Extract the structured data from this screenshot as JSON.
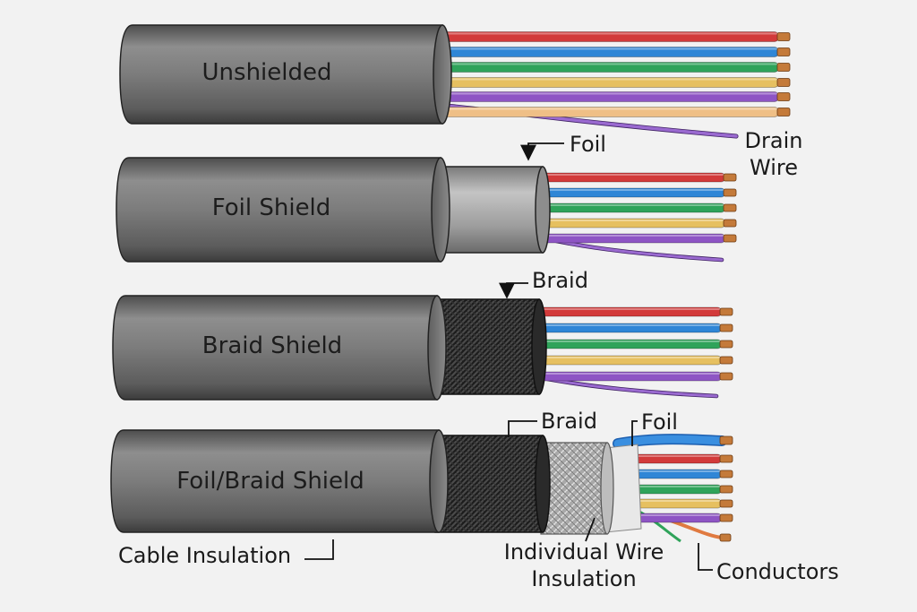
{
  "cables": [
    {
      "id": "unshielded",
      "title": "Unshielded"
    },
    {
      "id": "foil",
      "title": "Foil Shield"
    },
    {
      "id": "braid",
      "title": "Braid Shield"
    },
    {
      "id": "foil-braid",
      "title": "Foil/Braid Shield"
    }
  ],
  "callouts": {
    "drain_wire": [
      "Drain",
      "Wire"
    ],
    "foil_top": "Foil",
    "braid_mid": "Braid",
    "braid_bottom": "Braid",
    "foil_bottom": "Foil",
    "cable_insulation": "Cable Insulation",
    "individual_wire_insulation": [
      "Individual Wire",
      "Insulation"
    ],
    "conductors": "Conductors"
  },
  "colors": {
    "background": "#f2f2f2",
    "jacket": "#7a7a7a",
    "braid": "#1e1e1e",
    "foil": "#a8a8a8",
    "copper": "#c47a3a",
    "wires": [
      "#d23a3a",
      "#2f86d6",
      "#2fa35a",
      "#e6c060",
      "#8e55c4",
      "#efbf86"
    ],
    "drain": "#9a6ad0"
  }
}
